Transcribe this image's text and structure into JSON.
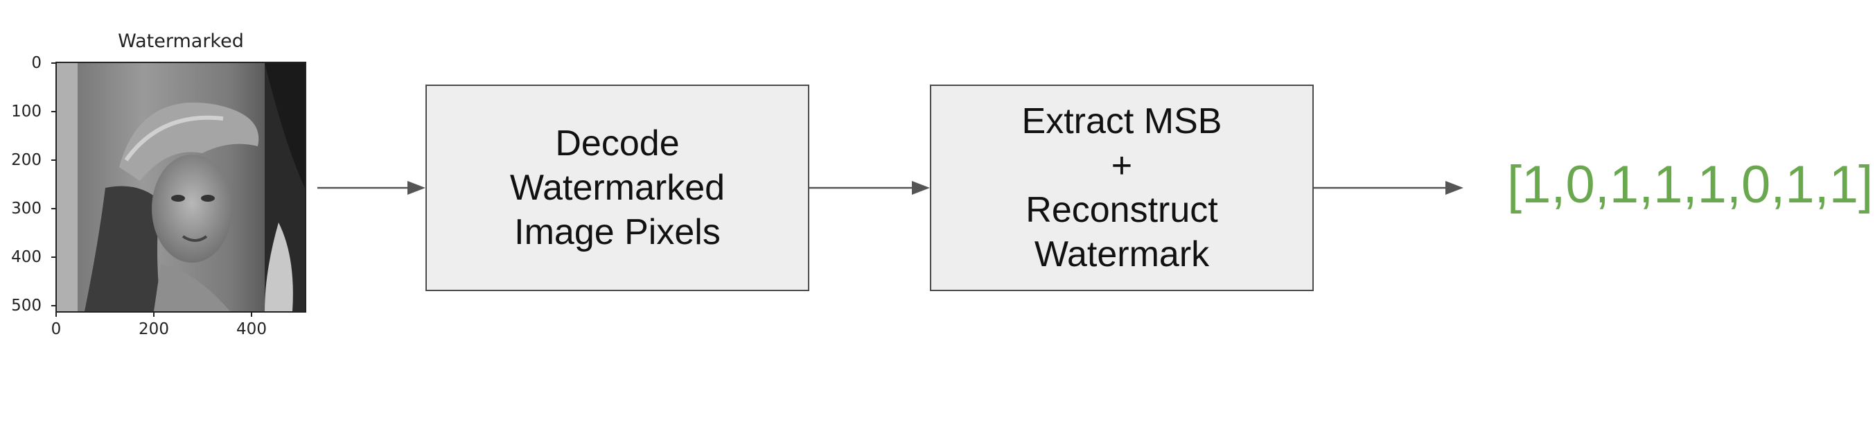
{
  "image_panel": {
    "title": "Watermarked",
    "y_ticks": [
      "0",
      "100",
      "200",
      "300",
      "400",
      "500"
    ],
    "x_ticks": [
      "0",
      "200",
      "400"
    ]
  },
  "steps": [
    {
      "lines": [
        "Decode",
        "Watermarked",
        "Image Pixels"
      ]
    },
    {
      "lines": [
        "Extract MSB",
        "+",
        "Reconstruct",
        "Watermark"
      ]
    }
  ],
  "output": {
    "text": "[1,0,1,1,1,0,1,1]",
    "color": "#6aa84f"
  },
  "colors": {
    "box_fill": "#eeeeee",
    "box_border": "#4a4a4a",
    "arrow": "#555555"
  }
}
